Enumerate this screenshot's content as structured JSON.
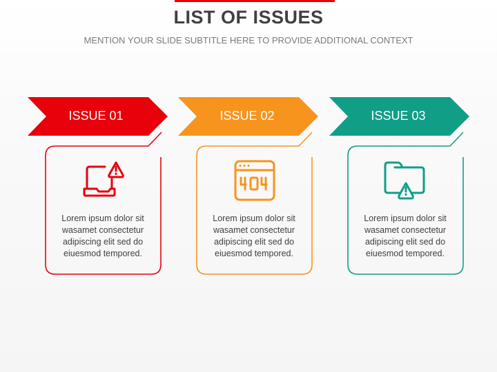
{
  "slide": {
    "title": "LIST OF ISSUES",
    "subtitle": "MENTION YOUR SLIDE SUBTITLE HERE TO PROVIDE ADDITIONAL CONTEXT",
    "accent_bar_color": "#e8000b"
  },
  "issues": [
    {
      "label": "ISSUE 01",
      "color": "#e8000b",
      "icon": "laptop-warning-icon",
      "text": "Lorem ipsum dolor sit wasamet consectetur adipiscing elit sed do eiuesmod tempored."
    },
    {
      "label": "ISSUE 02",
      "color": "#f7941d",
      "icon": "browser-404-icon",
      "text": "Lorem ipsum dolor sit wasamet consectetur adipiscing elit sed do eiuesmod tempored."
    },
    {
      "label": "ISSUE 03",
      "color": "#119e87",
      "icon": "folder-warning-icon",
      "text": "Lorem ipsum dolor sit wasamet consectetur adipiscing elit sed do eiuesmod tempored."
    }
  ]
}
